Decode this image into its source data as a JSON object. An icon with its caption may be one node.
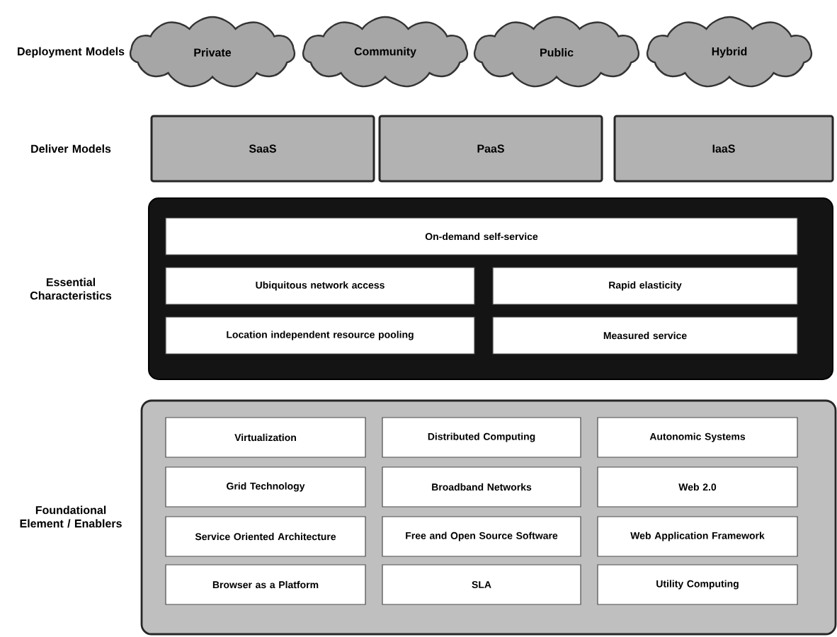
{
  "diagram": {
    "nodes": [
      {
        "text": [
          "Private"
        ]
      },
      {
        "text": [
          "Community"
        ]
      },
      {
        "text": [
          "Public"
        ]
      },
      {
        "text": [
          "Hybrid"
        ]
      },
      {
        "text": [
          "SaaS"
        ]
      },
      {
        "text": [
          "PaaS"
        ]
      },
      {
        "text": [
          "IaaS"
        ]
      },
      {
        "text": [],
        "shape": "box"
      },
      {
        "text": [
          "On-demand self-service"
        ],
        "in": 7
      },
      {
        "text": [
          "Ubiquitous network access"
        ],
        "in": 7
      },
      {
        "text": [
          "Rapid elasticity"
        ],
        "in": 7
      },
      {
        "text": [
          "Location independent resource pooling"
        ],
        "in": 7
      },
      {
        "text": [
          "Measured service"
        ],
        "in": 7
      },
      {
        "text": [],
        "shape": "box"
      },
      {
        "text": [
          "Virtualization"
        ],
        "in": 13
      },
      {
        "text": [
          "Distributed Computing"
        ],
        "in": 13
      },
      {
        "text": [
          "Autonomic Systems"
        ],
        "in": 13
      },
      {
        "text": [
          "Grid Technology"
        ],
        "in": 13
      },
      {
        "text": [
          "Broadband Networks"
        ],
        "in": 13
      },
      {
        "text": [
          "Web 2.0"
        ],
        "in": 13
      },
      {
        "text": [
          "Service Oriented Architecture"
        ],
        "in": 13
      },
      {
        "text": [
          "Free and Open Source Software"
        ],
        "in": 13
      },
      {
        "text": [
          "Web Application Framework"
        ],
        "in": 13
      },
      {
        "text": [
          "Browser as a Platform"
        ],
        "in": 13
      },
      {
        "text": [
          "SLA"
        ],
        "in": 13
      },
      {
        "text": [
          "Utility Computing"
        ],
        "in": 13
      }
    ],
    "labels": [
      "Deployment Models",
      "Deliver Models",
      "Essential Characteristics",
      "Foundational Element / Enablers"
    ]
  }
}
